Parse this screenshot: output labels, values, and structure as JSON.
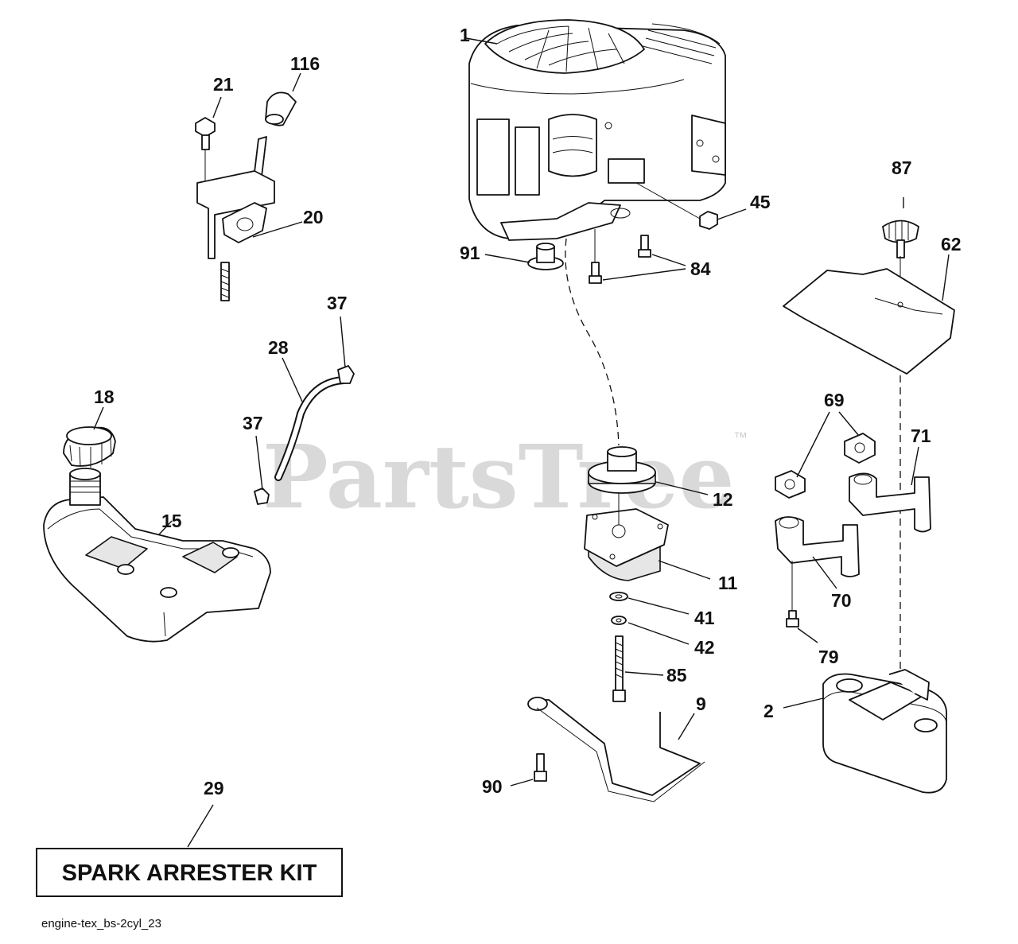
{
  "watermark": {
    "text": "PartsTree",
    "tm": "™"
  },
  "kit_box": {
    "label": "SPARK ARRESTER KIT"
  },
  "footer": {
    "code": "engine-tex_bs-2cyl_23"
  },
  "callouts": {
    "n1": "1",
    "n116": "116",
    "n21": "21",
    "n20": "20",
    "n37a": "37",
    "n28": "28",
    "n37b": "37",
    "n18": "18",
    "n15": "15",
    "n91": "91",
    "n84": "84",
    "n45": "45",
    "n87": "87",
    "n62": "62",
    "n69": "69",
    "n71": "71",
    "n12": "12",
    "n11": "11",
    "n41": "41",
    "n42": "42",
    "n85": "85",
    "n9": "9",
    "n90": "90",
    "n70": "70",
    "n79": "79",
    "n2": "2",
    "n29": "29"
  }
}
